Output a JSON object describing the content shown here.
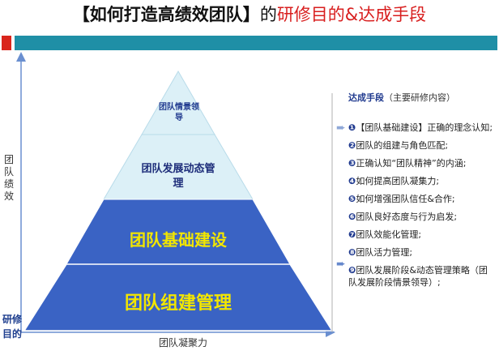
{
  "title": {
    "part1": "【如何打造高绩效团队】",
    "part2": "的",
    "part3": "研修目的&达成手段"
  },
  "axes": {
    "y_label": "团队绩效",
    "x_label": "团队凝聚力",
    "goal_label": "研修目的"
  },
  "pyramid": {
    "tier1": "团队情景领导",
    "tier2": "团队发展动态管理",
    "tier3": "团队基础建设",
    "tier4": "团队组建管理"
  },
  "panel": {
    "heading": "达成手段",
    "subheading": "（主要研修内容）",
    "items": [
      {
        "num": "❶",
        "text": "【团队基础建设】正确的理念认知;"
      },
      {
        "num": "❷",
        "text": "团队的组建与角色匹配;"
      },
      {
        "num": "❸",
        "text": "正确认知“团队精神”的内涵;"
      },
      {
        "num": "❹",
        "text": "如何提高团队凝集力;"
      },
      {
        "num": "❺",
        "text": "如何增强团队信任&合作;"
      },
      {
        "num": "❻",
        "text": "团队良好态度与行为启发;"
      },
      {
        "num": "❼",
        "text": "团队效能化管理;"
      },
      {
        "num": "❽",
        "text": "团队活力管理;"
      },
      {
        "num": "❾",
        "text": "团队发展阶段&动态管理策略（团队发展阶段情景领导）;"
      }
    ]
  },
  "colors": {
    "title_red": "#d81e1e",
    "teal_bar": "#1f8fa6",
    "pyramid_light": "#dcf0f7",
    "pyramid_dark": "#3a63c4",
    "text_yellow": "#f2e600"
  }
}
